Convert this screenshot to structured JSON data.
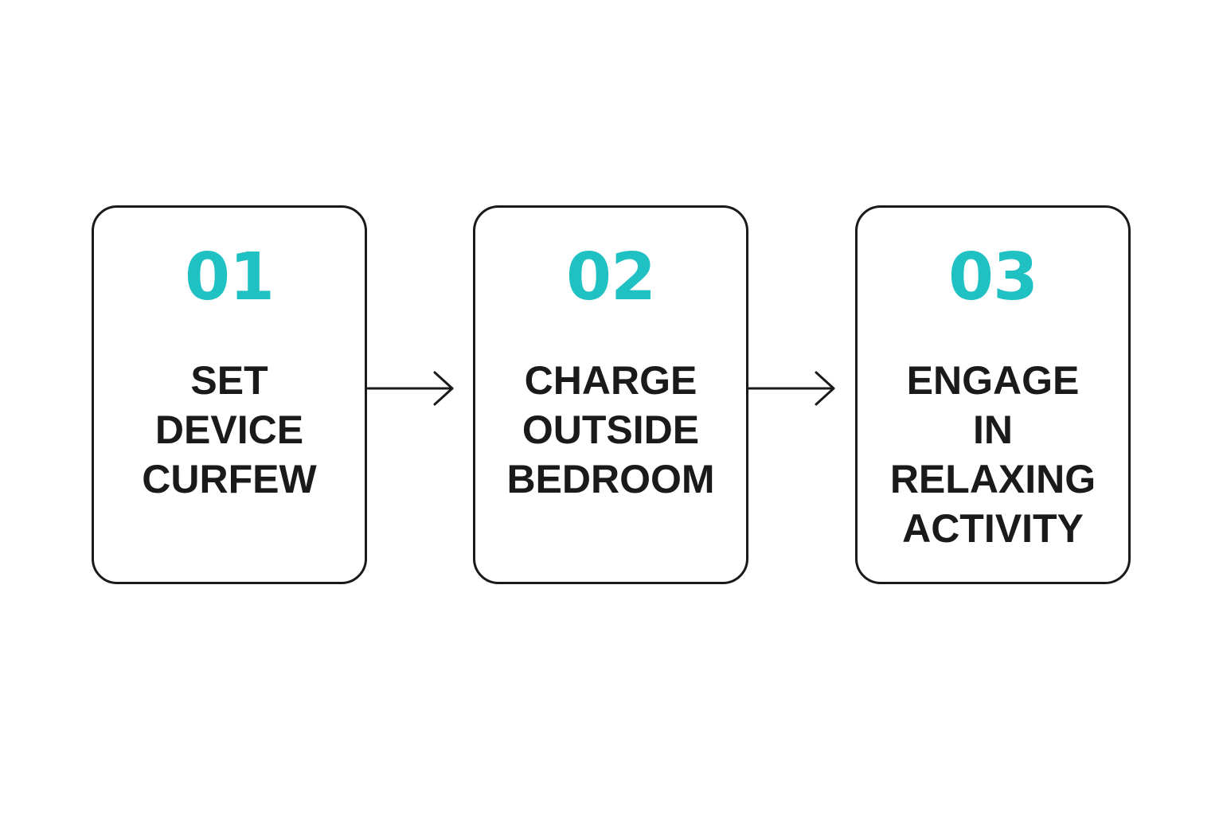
{
  "colors": {
    "accent": "#1fc1c3",
    "stroke": "#1a1a1a",
    "text": "#1a1a1a",
    "background": "#ffffff"
  },
  "steps": [
    {
      "number": "01",
      "label_lines": [
        "SET",
        "DEVICE",
        "CURFEW"
      ]
    },
    {
      "number": "02",
      "label_lines": [
        "CHARGE",
        "OUTSIDE",
        "BEDROOM"
      ]
    },
    {
      "number": "03",
      "label_lines": [
        "ENGAGE",
        "IN",
        "RELAXING",
        "ACTIVITY"
      ]
    }
  ],
  "connectors": [
    {
      "from": "01",
      "to": "02",
      "icon": "arrow-right-icon"
    },
    {
      "from": "02",
      "to": "03",
      "icon": "arrow-right-icon"
    }
  ]
}
